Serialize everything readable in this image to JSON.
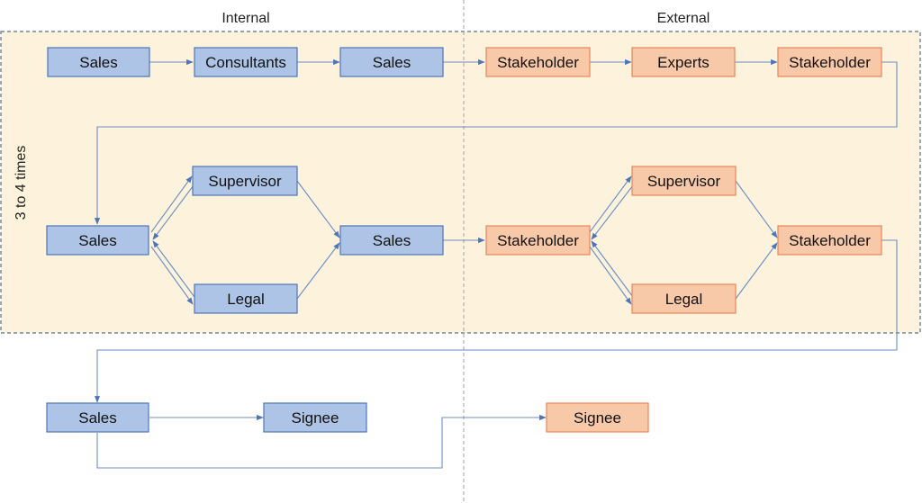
{
  "headers": {
    "internal": "Internal",
    "external": "External"
  },
  "loop_label": "3 to 4 times",
  "colors": {
    "internal_fill": "#aec4e6",
    "internal_stroke": "#4f74b8",
    "external_fill": "#f8c9a8",
    "external_stroke": "#e8865a",
    "region_fill": "#fdf3dc",
    "connector": "#6a8cc7"
  },
  "boxes": {
    "r1_sales1": "Sales",
    "r1_consultants": "Consultants",
    "r1_sales2": "Sales",
    "r1_stakeholder1": "Stakeholder",
    "r1_experts": "Experts",
    "r1_stakeholder2": "Stakeholder",
    "r2_sales_left": "Sales",
    "r2_supervisor_int": "Supervisor",
    "r2_legal_int": "Legal",
    "r2_sales_mid": "Sales",
    "r2_stakeholder_left": "Stakeholder",
    "r2_supervisor_ext": "Supervisor",
    "r2_legal_ext": "Legal",
    "r2_stakeholder_right": "Stakeholder",
    "r3_sales": "Sales",
    "r3_signee_int": "Signee",
    "r3_signee_ext": "Signee"
  }
}
